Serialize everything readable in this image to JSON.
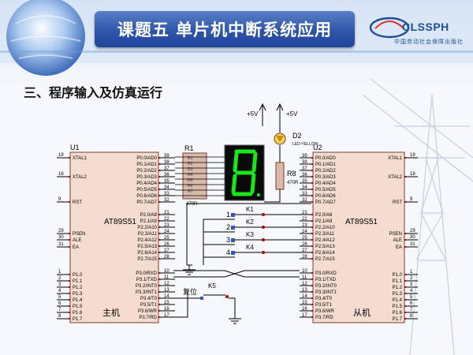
{
  "header": {
    "title": "课题五    单片机中断系统应用"
  },
  "logo": {
    "brand": "CLSSPH",
    "subtitle": "中国劳动社会保障出版社"
  },
  "section": {
    "heading": "三、程序输入及仿真运行"
  },
  "schematic": {
    "power": {
      "label": "+5V"
    },
    "led": {
      "ref": "D2",
      "value": "LED-YELLOW"
    },
    "r8": {
      "ref": "R8",
      "value": "470R"
    },
    "r1": {
      "ref": "R1",
      "value": "470R"
    },
    "seven_seg": {
      "digit": "8"
    },
    "mcu_master": {
      "ref": "U1",
      "part": "AT89S51",
      "role": "主机",
      "left_pins": [
        {
          "num": "19",
          "name": "XTAL1"
        },
        {
          "num": "18",
          "name": "XTAL2"
        },
        {
          "num": "9",
          "name": "RST"
        },
        {
          "num": "29",
          "name": "PSEN"
        },
        {
          "num": "30",
          "name": "ALE"
        },
        {
          "num": "31",
          "name": "EA"
        },
        {
          "num": "1",
          "name": "P1.0"
        },
        {
          "num": "2",
          "name": "P1.1"
        },
        {
          "num": "3",
          "name": "P1.2"
        },
        {
          "num": "4",
          "name": "P1.3"
        },
        {
          "num": "5",
          "name": "P1.4"
        },
        {
          "num": "6",
          "name": "P1.5"
        },
        {
          "num": "7",
          "name": "P1.6"
        },
        {
          "num": "8",
          "name": "P1.7"
        }
      ],
      "right_pins": [
        {
          "num": "39",
          "name": "P0.0/AD0"
        },
        {
          "num": "38",
          "name": "P0.1/AD1"
        },
        {
          "num": "37",
          "name": "P0.2/AD2"
        },
        {
          "num": "36",
          "name": "P0.3/AD3"
        },
        {
          "num": "35",
          "name": "P0.4/AD4"
        },
        {
          "num": "34",
          "name": "P0.5/AD5"
        },
        {
          "num": "33",
          "name": "P0.6/AD6"
        },
        {
          "num": "32",
          "name": "P0.7/AD7"
        },
        {
          "num": "21",
          "name": "P2.0/A8"
        },
        {
          "num": "22",
          "name": "P2.1/A9"
        },
        {
          "num": "23",
          "name": "P2.2/A10"
        },
        {
          "num": "24",
          "name": "P2.3/A11"
        },
        {
          "num": "25",
          "name": "P2.4/A12"
        },
        {
          "num": "26",
          "name": "P2.5/A13"
        },
        {
          "num": "27",
          "name": "P2.6/A14"
        },
        {
          "num": "28",
          "name": "P2.7/A15"
        },
        {
          "num": "10",
          "name": "P3.0/RXD"
        },
        {
          "num": "11",
          "name": "P3.1/TXD"
        },
        {
          "num": "12",
          "name": "P3.2/INT0"
        },
        {
          "num": "13",
          "name": "P3.3/INT1"
        },
        {
          "num": "14",
          "name": "P3.4/T0"
        },
        {
          "num": "15",
          "name": "P3.5/T1"
        },
        {
          "num": "16",
          "name": "P3.6/WR"
        },
        {
          "num": "17",
          "name": "P3.7/RD"
        }
      ]
    },
    "mcu_slave": {
      "ref": "U2",
      "part": "AT89S51",
      "role": "从机"
    },
    "r1_labels": [
      "R1",
      "R2",
      "R3",
      "R4",
      "R5",
      "R6",
      "R7"
    ],
    "keys": [
      {
        "num": "1",
        "ref": "K1"
      },
      {
        "num": "2",
        "ref": "K2"
      },
      {
        "num": "3",
        "ref": "K3"
      },
      {
        "num": "4",
        "ref": "K4"
      }
    ],
    "reset_key": {
      "label": "复位",
      "ref": "K5"
    }
  },
  "colors": {
    "banner": "#2f55a8",
    "chip_fill": "#f4dcd0",
    "wire": "#000000",
    "segment_on": "#19e619",
    "segment_bg": "#0a0a0a",
    "pin_red": "#c00000"
  }
}
